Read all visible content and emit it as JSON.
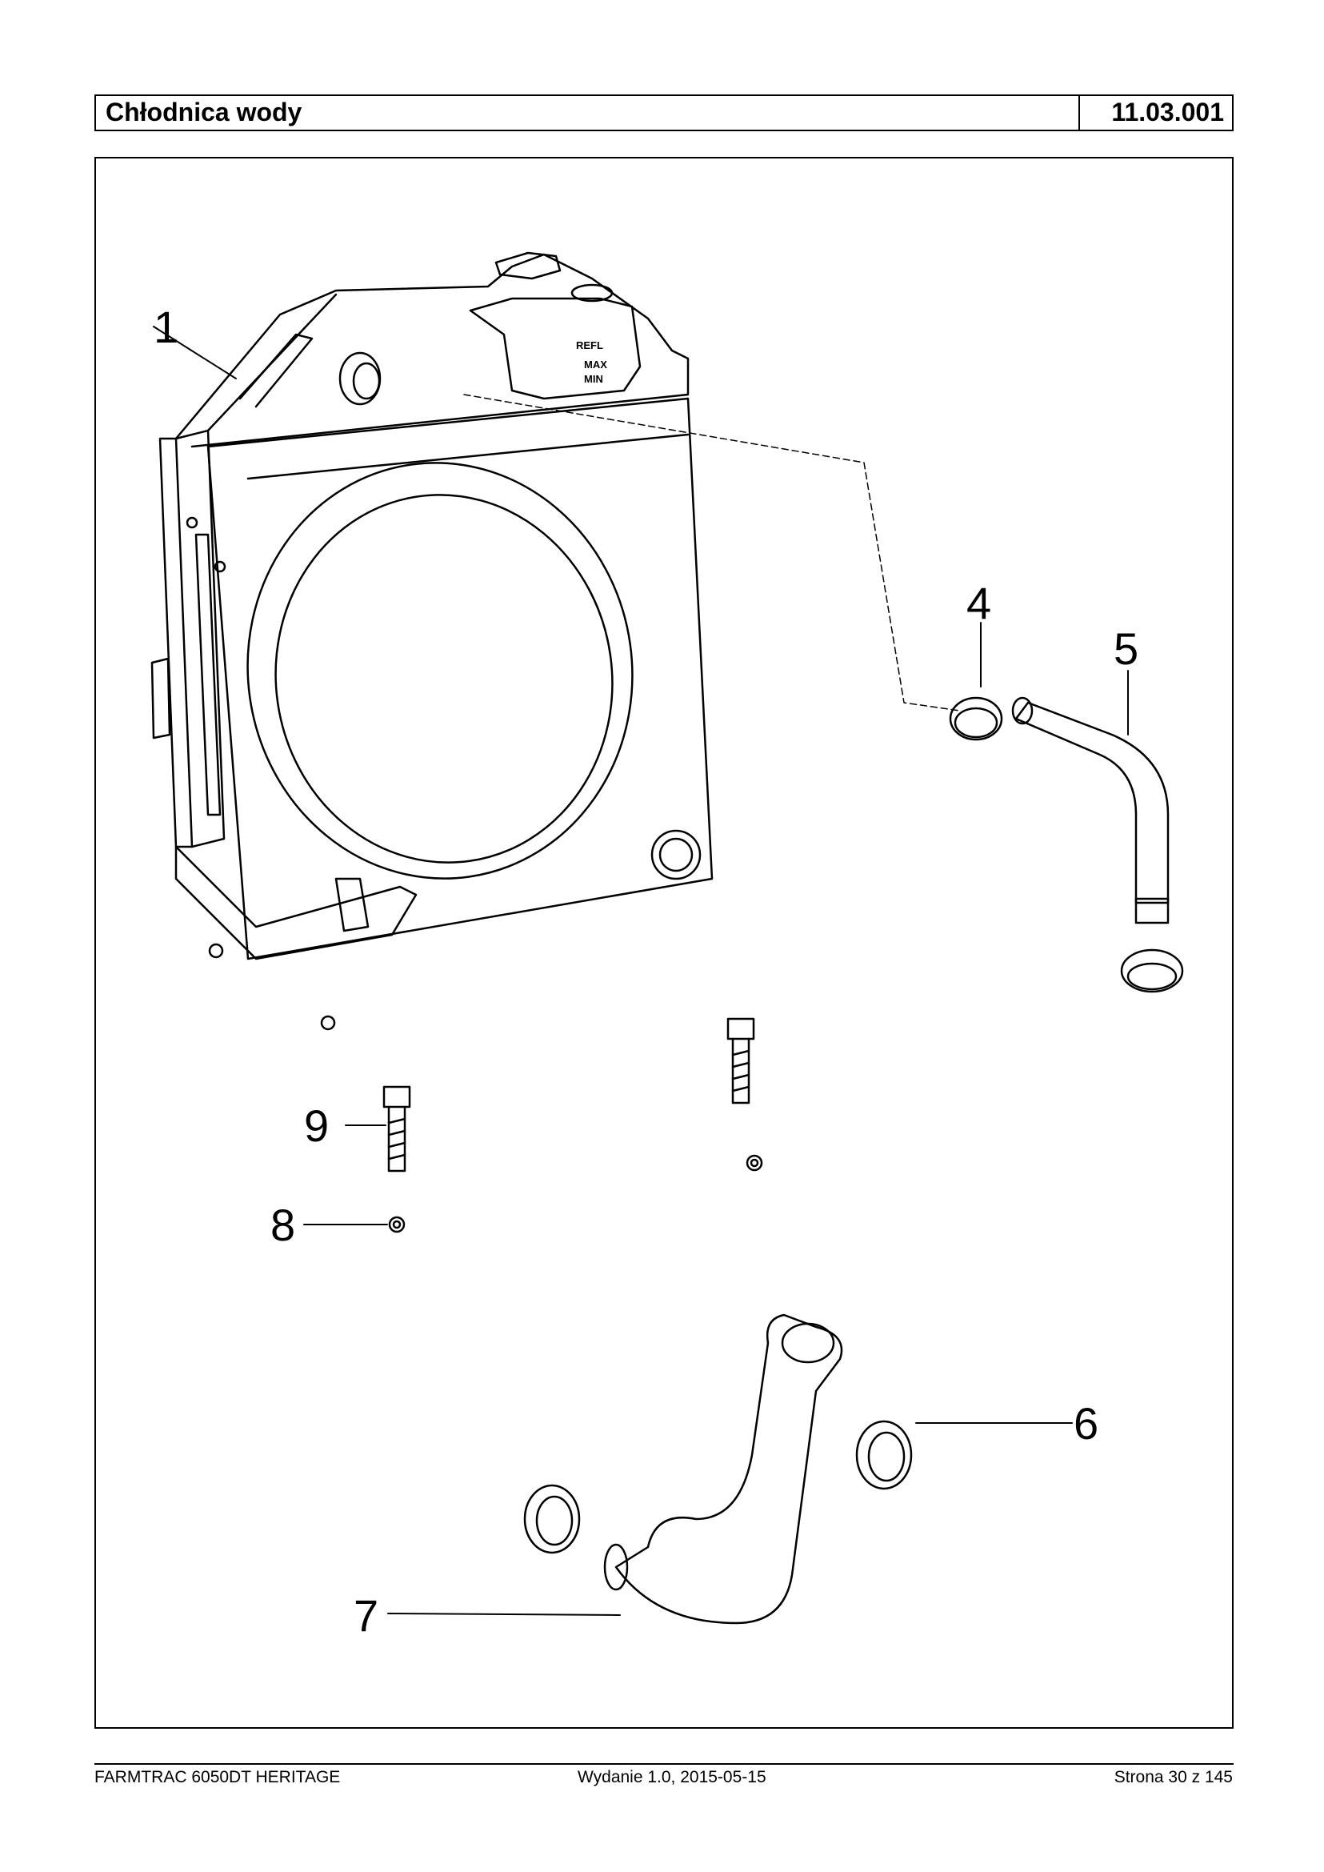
{
  "header": {
    "title": "Chłodnica wody",
    "code": "11.03.001"
  },
  "diagram": {
    "tank_labels": {
      "refill": "REFL",
      "max": "MAX",
      "min": "MIN"
    },
    "callouts": [
      {
        "id": "1",
        "label": "1",
        "part": "radiator"
      },
      {
        "id": "4",
        "label": "4",
        "part": "hose-clamp"
      },
      {
        "id": "5",
        "label": "5",
        "part": "upper-hose"
      },
      {
        "id": "6",
        "label": "6",
        "part": "hose-clamp"
      },
      {
        "id": "7",
        "label": "7",
        "part": "lower-hose"
      },
      {
        "id": "8",
        "label": "8",
        "part": "washer"
      },
      {
        "id": "9",
        "label": "9",
        "part": "bolt"
      }
    ]
  },
  "footer": {
    "left": "FARMTRAC 6050DT HERITAGE",
    "center": "Wydanie 1.0,  2015-05-15",
    "right": "Strona 30 z 145"
  }
}
